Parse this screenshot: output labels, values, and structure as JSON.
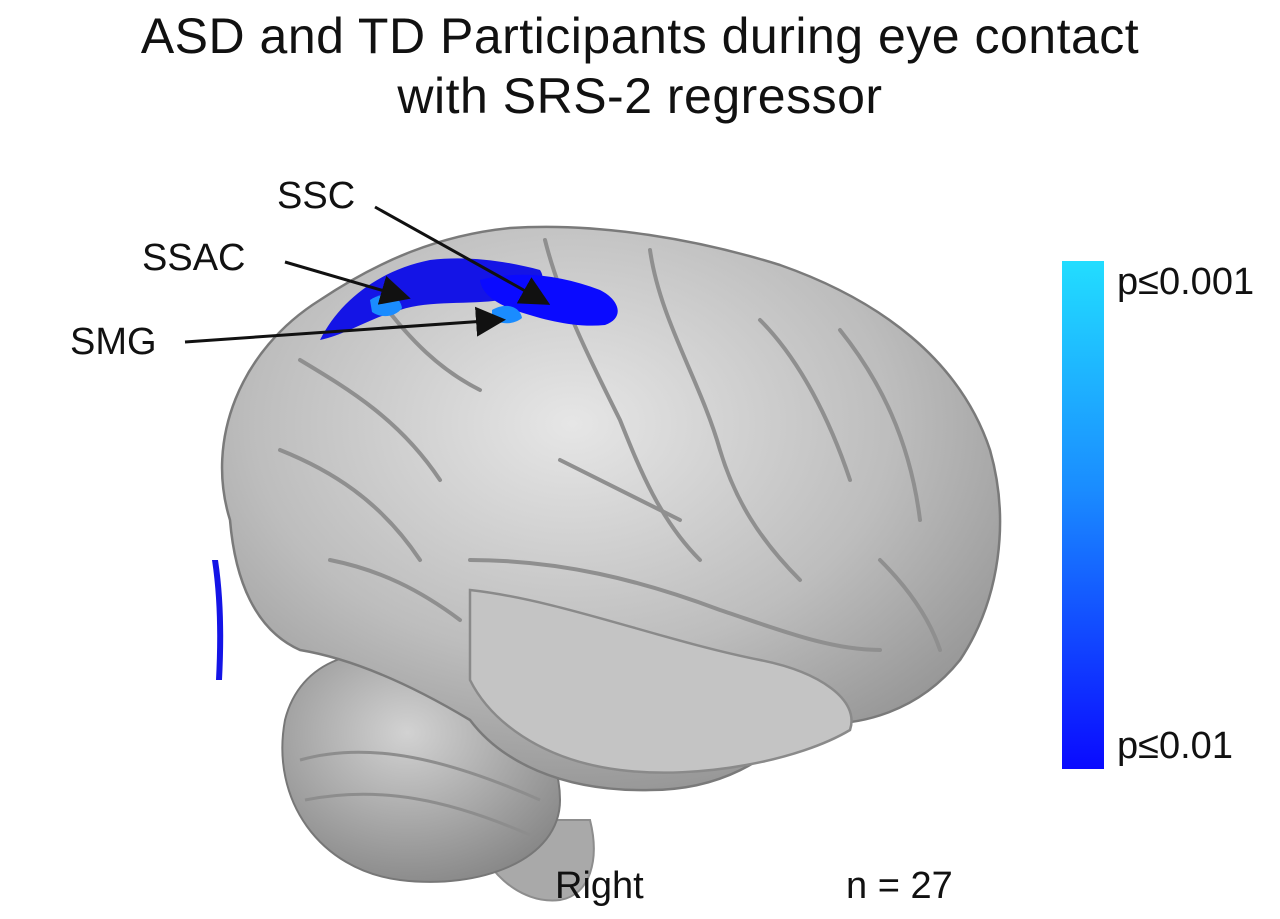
{
  "title": {
    "line1": "ASD and TD Participants during eye contact",
    "line2": "with SRS-2 regressor"
  },
  "region_labels": {
    "ssc": "SSC",
    "ssac": "SSAC",
    "smg": "SMG"
  },
  "colorbar": {
    "top_label": "p≤0.001",
    "bottom_label": "p≤0.01",
    "top_color": "#22ddff",
    "bottom_color": "#0a0aff"
  },
  "caption": {
    "view": "Right",
    "n": "n = 27"
  },
  "colors": {
    "brain_gray": "#b9b9b9",
    "activation_blue": "#1414e6"
  }
}
